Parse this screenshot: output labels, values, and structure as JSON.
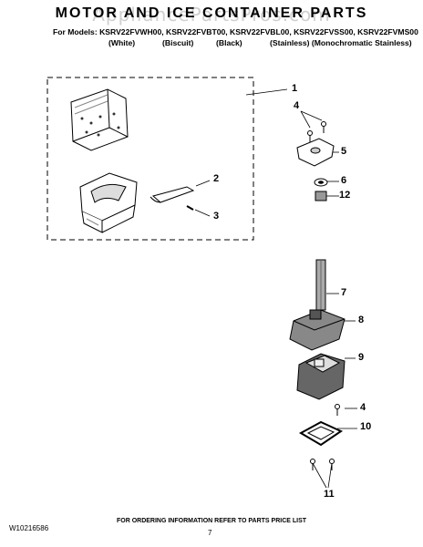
{
  "header": {
    "title": "MOTOR AND ICE CONTAINER PARTS",
    "watermark": "AppliancePartsPros.com",
    "models_line": "For Models: KSRV22FVWH00, KSRV22FVBT00, KSRV22FVBL00, KSRV22FVSS00, KSRV22FVMS00",
    "variants": [
      "(White)",
      "(Biscuit)",
      "(Black)",
      "(Stainless) (Monochromatic Stainless)"
    ]
  },
  "callouts": [
    "1",
    "2",
    "3",
    "4",
    "5",
    "6",
    "12",
    "7",
    "8",
    "9",
    "4",
    "10",
    "11"
  ],
  "footer": {
    "note": "FOR ORDERING INFORMATION REFER TO PARTS PRICE LIST",
    "doc_number": "W10216586",
    "page_number": "7"
  }
}
